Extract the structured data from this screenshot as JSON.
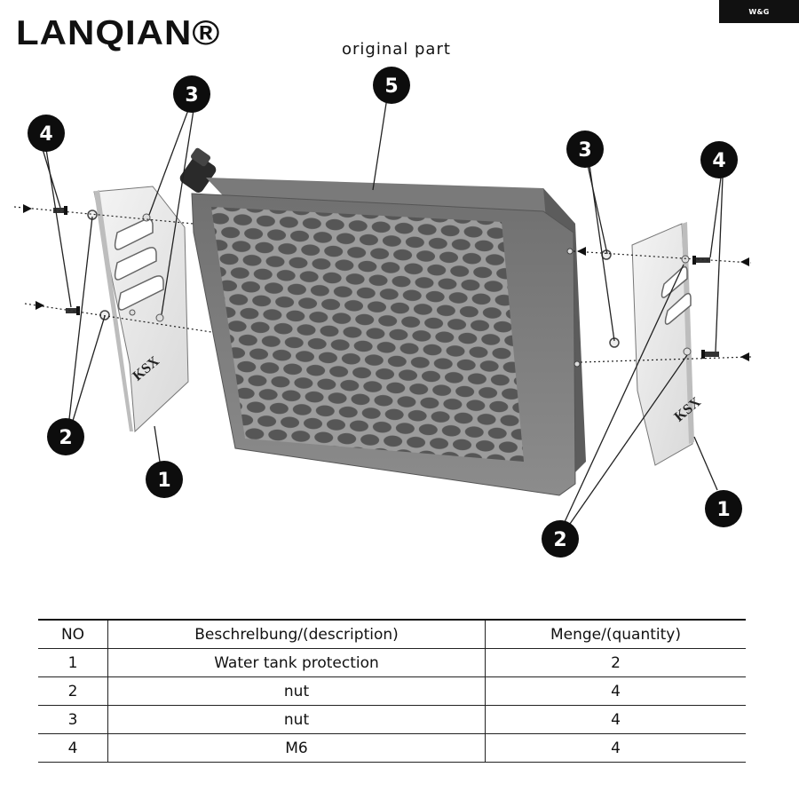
{
  "brand": {
    "logo_text": "LANQIAN®",
    "badge_text": "W&G"
  },
  "diagram": {
    "original_part_label": "original part",
    "callouts": [
      {
        "id": "callout-5",
        "label": "5"
      },
      {
        "id": "callout-3-left",
        "label": "3"
      },
      {
        "id": "callout-4-left",
        "label": "4"
      },
      {
        "id": "callout-2-left",
        "label": "2"
      },
      {
        "id": "callout-1-left",
        "label": "1"
      },
      {
        "id": "callout-3-right",
        "label": "3"
      },
      {
        "id": "callout-4-right",
        "label": "4"
      },
      {
        "id": "callout-1-right",
        "label": "1"
      },
      {
        "id": "callout-2-right",
        "label": "2"
      }
    ]
  },
  "table": {
    "headers": [
      "NO",
      "Beschrelbung/(description)",
      "Menge/(quantity)"
    ],
    "rows": [
      [
        "1",
        "Water tank protection",
        "2"
      ],
      [
        "2",
        "nut",
        "4"
      ],
      [
        "3",
        "nut",
        "4"
      ],
      [
        "4",
        "M6",
        "4"
      ]
    ]
  }
}
